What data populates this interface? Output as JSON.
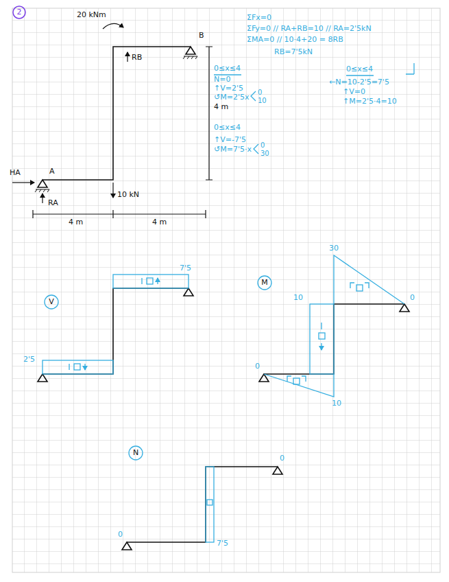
{
  "diagram": {
    "labels": [
      "2",
      "20 kNm",
      "B",
      "RB",
      "4 m",
      "HA",
      "A",
      "RA",
      "10 kN",
      "4 m",
      "4 m",
      "ΣFx=0",
      "ΣFy=0 // RA+RB=10 // RA=2'5kN",
      "ΣMA=0 // 10·4+20 = 8RB",
      "RB=7'5kN",
      "0≤x≤4",
      "N=0",
      "↑V=2'5",
      "↺M=2'5x",
      "0",
      "10",
      "0≤x≤4",
      "↑V=-7'5",
      "↺M=7'5·x",
      "0",
      "30",
      "0≤x≤4",
      "←N=10-2'5=7'5",
      "↑V=0",
      "↑M=2'5·4=10",
      "V",
      "7'5",
      "2'5",
      "M",
      "30",
      "10",
      "0",
      "0",
      "10",
      "N",
      "0",
      "0",
      "7'5"
    ]
  }
}
